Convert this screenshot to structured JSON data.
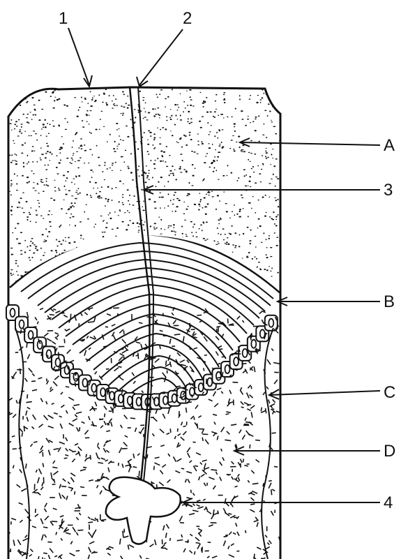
{
  "labels": {
    "top_1": "1",
    "top_2": "2",
    "A": "A",
    "B": "B",
    "C": "C",
    "D": "D",
    "n3": "3",
    "n4": "4"
  },
  "colors": {
    "ink": "#111111",
    "paper": "#ffffff"
  }
}
